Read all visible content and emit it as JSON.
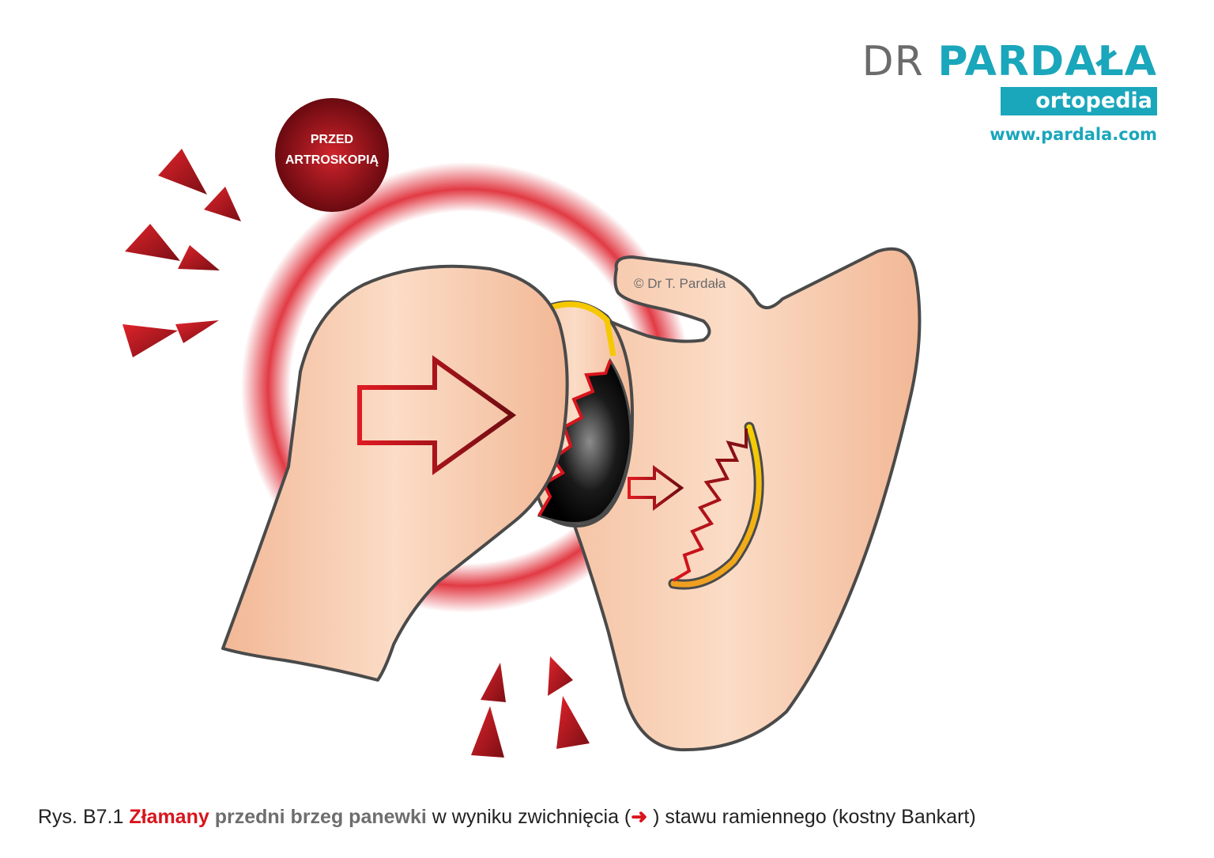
{
  "logo": {
    "prefix": "DR",
    "name": "PARDAŁA",
    "tagline": "ortopedia",
    "url": "www.pardala.com"
  },
  "badge": {
    "line1": "PRZED",
    "line2": "ARTROSKOPIĄ"
  },
  "copyright": "© Dr T. Pardała",
  "caption": {
    "label": "Rys. B7.1",
    "bold_red": "Złamany",
    "bold_gray": "przedni brzeg panewki",
    "text1": "w wyniku zwichnięcia (",
    "arrow_glyph": "➜",
    "text2": ") stawu ramiennego (kostny Bankart)"
  },
  "colors": {
    "brand_teal": "#1aa6bb",
    "brand_gray": "#6b6b6b",
    "accent_red": "#d9141c",
    "dark_red": "#7a0f14",
    "bone": "#f8d2b6",
    "outline": "#4a4a4a",
    "labrum_yellow": "#f5d000"
  }
}
